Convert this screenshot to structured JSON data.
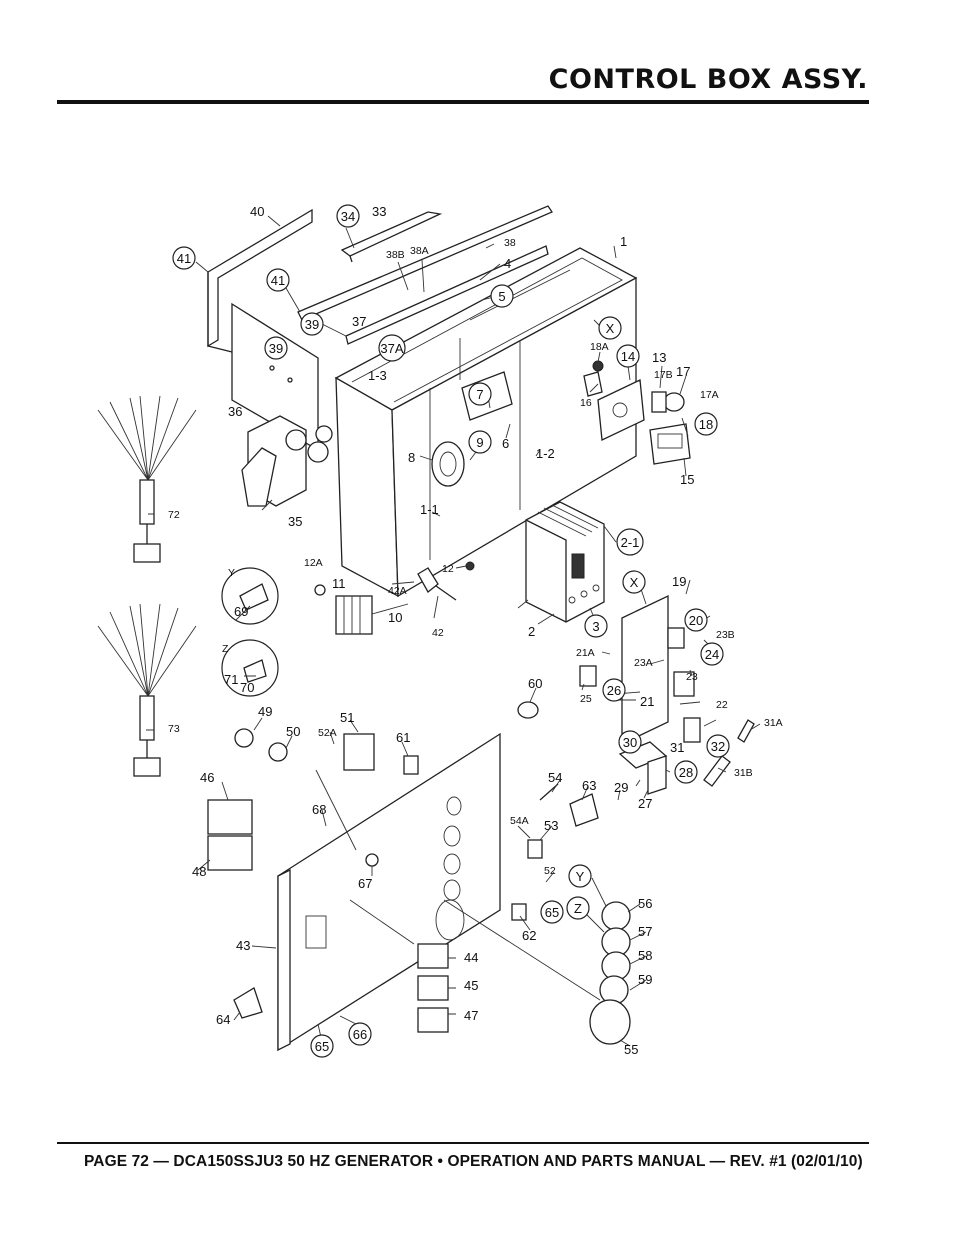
{
  "header": {
    "title": "CONTROL BOX ASSY."
  },
  "footer": {
    "text": "PAGE 72 — DCA150SSJU3 50 HZ GENERATOR • OPERATION AND PARTS MANUAL — REV. #1 (02/01/10)"
  },
  "diagram": {
    "circled_labels": [
      "34",
      "41",
      "41",
      "39",
      "39",
      "37A",
      "5",
      "X",
      "14",
      "18",
      "7",
      "9",
      "2-1",
      "3",
      "20",
      "24",
      "26",
      "30",
      "32",
      "28",
      "X",
      "Y",
      "Z",
      "69",
      "Y",
      "Z",
      "65",
      "65",
      "66"
    ],
    "plain_labels": [
      "40",
      "33",
      "38B",
      "38A",
      "38",
      "4",
      "1",
      "37",
      "1-3",
      "36",
      "35",
      "8",
      "6",
      "1-1",
      "1-2",
      "18A",
      "13",
      "17",
      "17B",
      "17A",
      "16",
      "15",
      "72",
      "12A",
      "11",
      "10",
      "12",
      "42A",
      "42",
      "2",
      "19",
      "23B",
      "21A",
      "23A",
      "23",
      "25",
      "21",
      "22",
      "31",
      "31A",
      "31B",
      "29",
      "27",
      "73",
      "70",
      "71",
      "60",
      "49",
      "50",
      "52A",
      "51",
      "61",
      "46",
      "48",
      "68",
      "54",
      "63",
      "54A",
      "53",
      "67",
      "52",
      "62",
      "56",
      "57",
      "58",
      "59",
      "55",
      "43",
      "44",
      "45",
      "47",
      "64"
    ]
  }
}
